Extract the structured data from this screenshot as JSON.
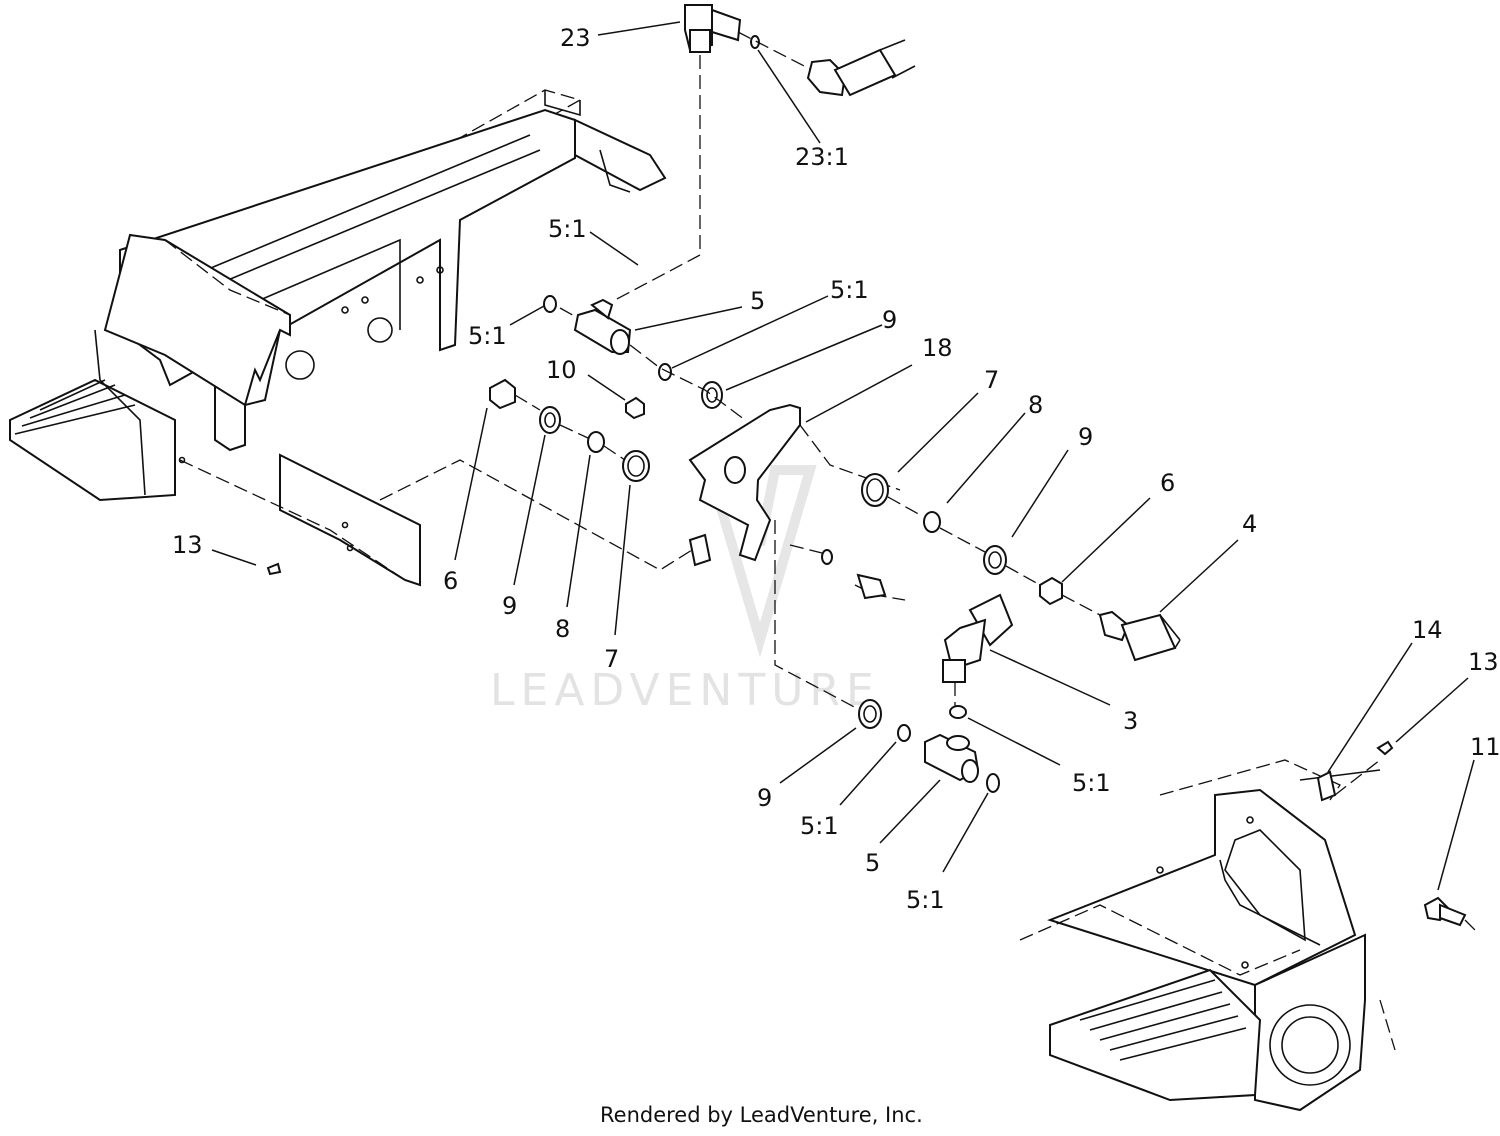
{
  "diagram": {
    "watermark": "LEADVENTURE",
    "footer": "Rendered by LeadVenture, Inc.",
    "callouts": {
      "c23": "23",
      "c23_1": "23:1",
      "c5_1_top": "5:1",
      "c5_1_left": "5:1",
      "c5_upper": "5",
      "c5_1_right": "5:1",
      "c9_top": "9",
      "c18": "18",
      "c10": "10",
      "c7_right": "7",
      "c8_right": "8",
      "c9_right": "9",
      "c6_right": "6",
      "c4": "4",
      "c13_left": "13",
      "c6_left": "6",
      "c9_left": "9",
      "c8_left": "8",
      "c7_left": "7",
      "c3": "3",
      "c5_1_tee_top": "5:1",
      "c9_bottom": "9",
      "c5_1_tee_left": "5:1",
      "c5_lower": "5",
      "c5_1_tee_right": "5:1",
      "c14": "14",
      "c13_right": "13",
      "c11": "11"
    }
  }
}
